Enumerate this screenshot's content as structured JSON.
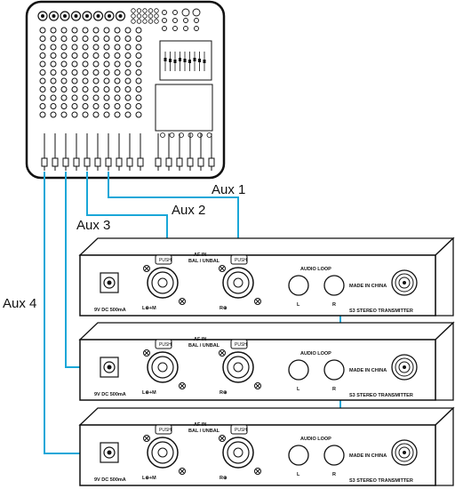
{
  "labels": {
    "aux1": "Aux 1",
    "aux2": "Aux 2",
    "aux3": "Aux 3",
    "aux4": "Aux 4"
  },
  "transmitter": {
    "push": "PUSH",
    "af_in": "AF IN",
    "bal_unbal": "BAL / UNBAL",
    "left_mono": "L⊕+M",
    "right": "R⊕",
    "audio_loop": "AUDIO LOOP",
    "loop_l": "L",
    "loop_r": "R",
    "made_in": "MADE IN CHINA",
    "model": "S3 STEREO TRANSMITTER",
    "power": "9V DC 500mA"
  },
  "colors": {
    "cable": "#1aa7d8",
    "outline": "#111111",
    "panel": "#ffffff"
  }
}
